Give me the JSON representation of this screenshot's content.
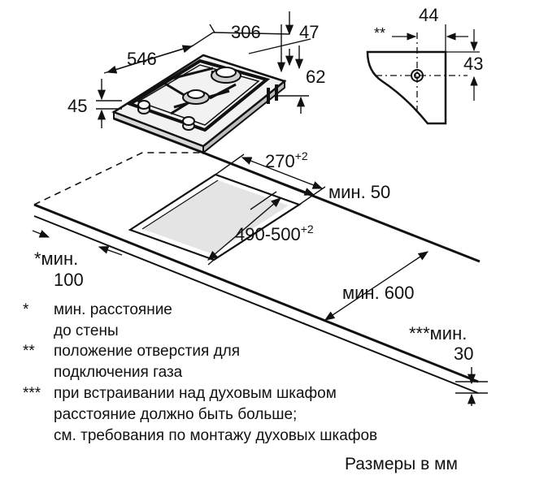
{
  "dimensions": {
    "width_hob": "306",
    "depth_hob": "546",
    "height_top": "47",
    "height_body": "62",
    "thickness": "45",
    "pipe_offset": "44",
    "pipe_height": "43",
    "pipe_mark": "**",
    "cutout_width": "270",
    "cutout_width_tol": "+2",
    "cutout_depth": "490-500",
    "cutout_depth_tol": "+2",
    "wall_min_label": "мин. 50",
    "back_min_label": "мин. 600",
    "side_min_star": "*мин.",
    "side_min_value": "100",
    "oven_min_star": "***мин.",
    "oven_min_value": "30"
  },
  "notes": [
    {
      "mark": "*",
      "lines": [
        "мин. расстояние",
        "до стены"
      ]
    },
    {
      "mark": "**",
      "lines": [
        "положение отверстия для",
        "подключения газа"
      ]
    },
    {
      "mark": "***",
      "lines": [
        "при встраивании над духовым шкафом",
        "расстояние должно быть больше;",
        "см. требования по монтажу духовых шкафов"
      ]
    }
  ],
  "units_label": "Размеры в мм"
}
